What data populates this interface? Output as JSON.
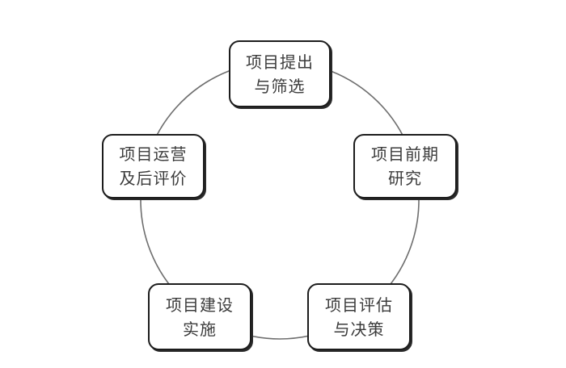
{
  "diagram": {
    "type": "circular-process-cycle",
    "background_color": "#ffffff",
    "ring_color": "#6e6e6e",
    "node_border_color": "#1c1c1c",
    "node_fill_color": "#ffffff",
    "text_color": "#3b3b3b",
    "nodes": [
      {
        "id": "node-0",
        "name": "project-proposal-and-screening",
        "line1": "项目提出",
        "line2": "与筛选"
      },
      {
        "id": "node-1",
        "name": "project-preliminary-research",
        "line1": "项目前期",
        "line2": "研究"
      },
      {
        "id": "node-2",
        "name": "project-evaluation-and-decision",
        "line1": "项目评估",
        "line2": "与决策"
      },
      {
        "id": "node-3",
        "name": "project-construction-implementation",
        "line1": "项目建设",
        "line2": "实施"
      },
      {
        "id": "node-4",
        "name": "project-operation-and-post-evaluation",
        "line1": "项目运营",
        "line2": "及后评价"
      }
    ]
  }
}
